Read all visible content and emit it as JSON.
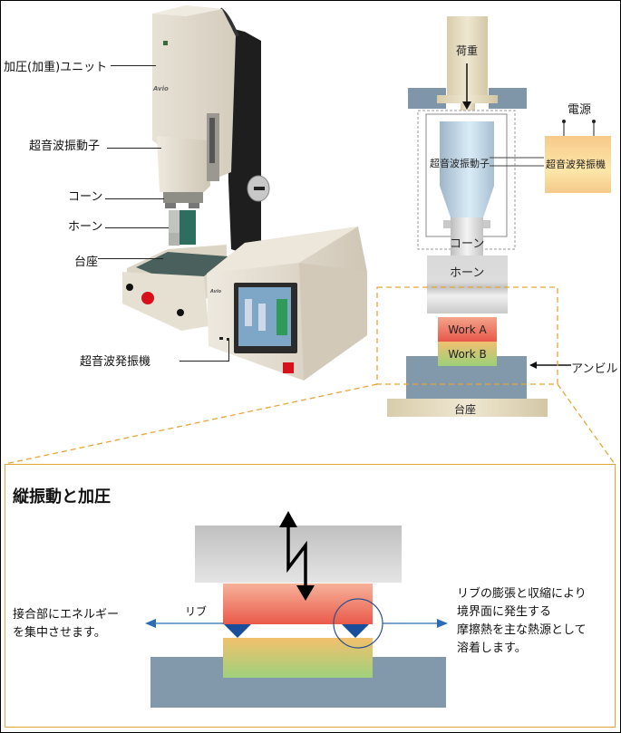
{
  "photo": {
    "labels": {
      "pressure_unit": "加圧(加重)ユニット",
      "transducer": "超音波振動子",
      "cone": "コーン",
      "horn": "ホーン",
      "base": "台座",
      "generator": "超音波発振機"
    },
    "brand": "Avio"
  },
  "schematic": {
    "load": "荷重",
    "transducer": "超音波振動子",
    "cone": "コーン",
    "horn": "ホーン",
    "work_a": "Work A",
    "work_b": "Work B",
    "anvil": "アンビル",
    "base": "台座",
    "power": "電源",
    "generator": "超音波発振機"
  },
  "detail": {
    "title": "縦振動と加圧",
    "rib_label": "リブ",
    "left_note": [
      "接合部にエネルギー",
      "を集中させます。"
    ],
    "right_note": [
      "リブの膨張と収縮により",
      "境界面に発生する",
      "摩擦熱を主な熱源として",
      "溶着します。"
    ]
  },
  "colors": {
    "anvil": "#8298ab",
    "accent_dashed": "#e5a53a",
    "rib": "#1a4e9a",
    "arrow_blue": "#2a6db5"
  }
}
